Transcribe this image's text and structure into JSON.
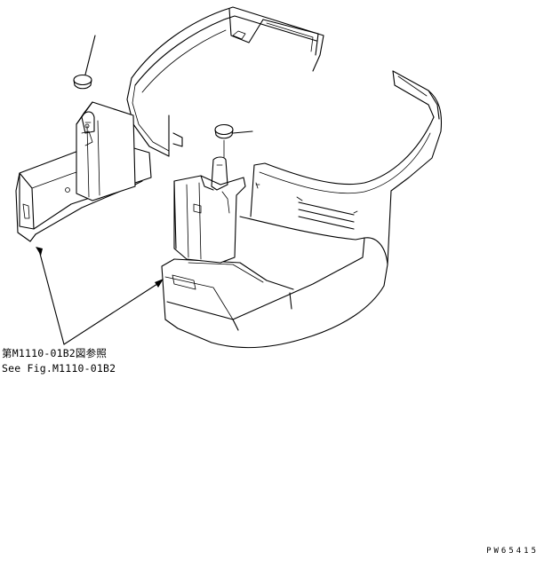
{
  "reference_note": {
    "japanese": "第M1110-01B2図参照",
    "english": "See Fig.M1110-01B2"
  },
  "drawing_number": "PW65415"
}
